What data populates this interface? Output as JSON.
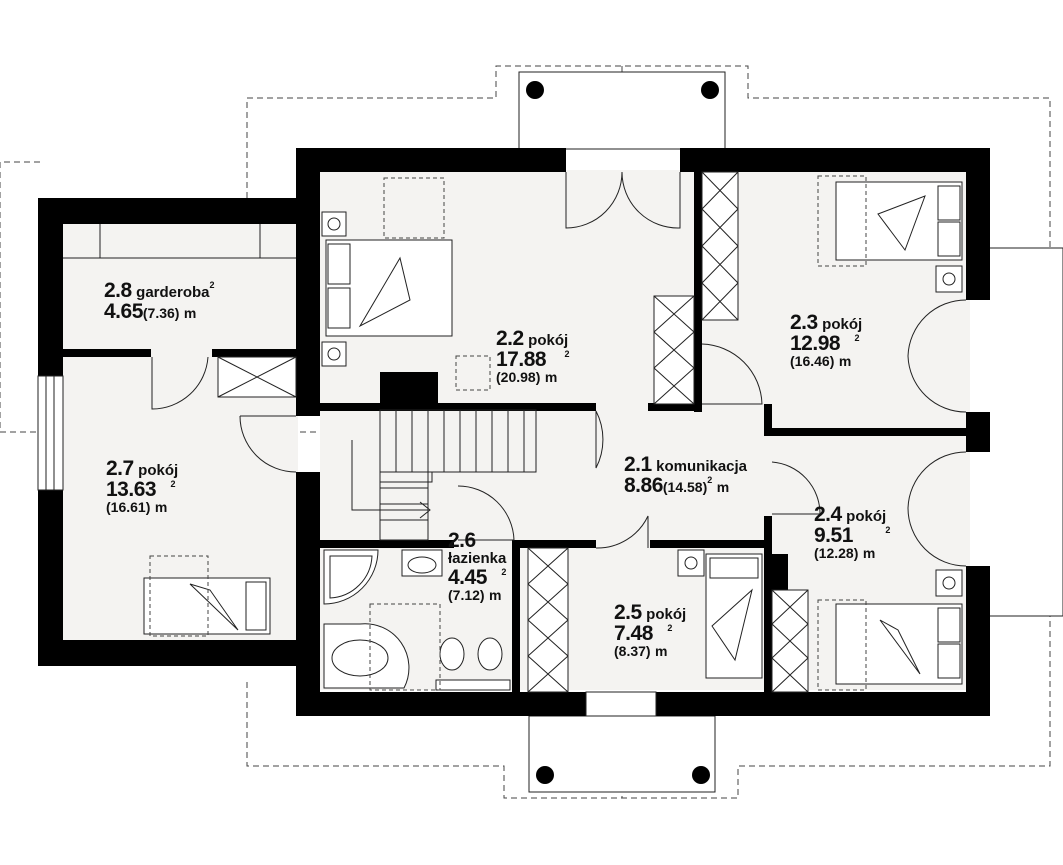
{
  "rooms": {
    "r28": {
      "number": "2.8",
      "name": "garderoba",
      "area": "4.65",
      "area_total": "(7.36)",
      "unit": "m",
      "exp": "2"
    },
    "r22": {
      "number": "2.2",
      "name": "pokój",
      "area": "17.88",
      "area_total": "(20.98)",
      "unit": "m",
      "exp": "2"
    },
    "r23": {
      "number": "2.3",
      "name": "pokój",
      "area": "12.98",
      "area_total": "(16.46)",
      "unit": "m",
      "exp": "2"
    },
    "r27": {
      "number": "2.7",
      "name": "pokój",
      "area": "13.63",
      "area_total": "(16.61)",
      "unit": "m",
      "exp": "2"
    },
    "r21": {
      "number": "2.1",
      "name": "komunikacja",
      "area": "8.86",
      "area_total": "(14.58)",
      "unit": "m",
      "exp": "2"
    },
    "r24": {
      "number": "2.4",
      "name": "pokój",
      "area": "9.51",
      "area_total": "(12.28)",
      "unit": "m",
      "exp": "2"
    },
    "r26": {
      "number": "2.6",
      "name": "łazienka",
      "area": "4.45",
      "area_total": "(7.12)",
      "unit": "m",
      "exp": "2"
    },
    "r25": {
      "number": "2.5",
      "name": "pokój",
      "area": "7.48",
      "area_total": "(8.37)",
      "unit": "m",
      "exp": "2"
    }
  },
  "colors": {
    "wall": "#000000",
    "floor": "#f4f3f1",
    "line": "#222222",
    "dash": "#444444"
  }
}
